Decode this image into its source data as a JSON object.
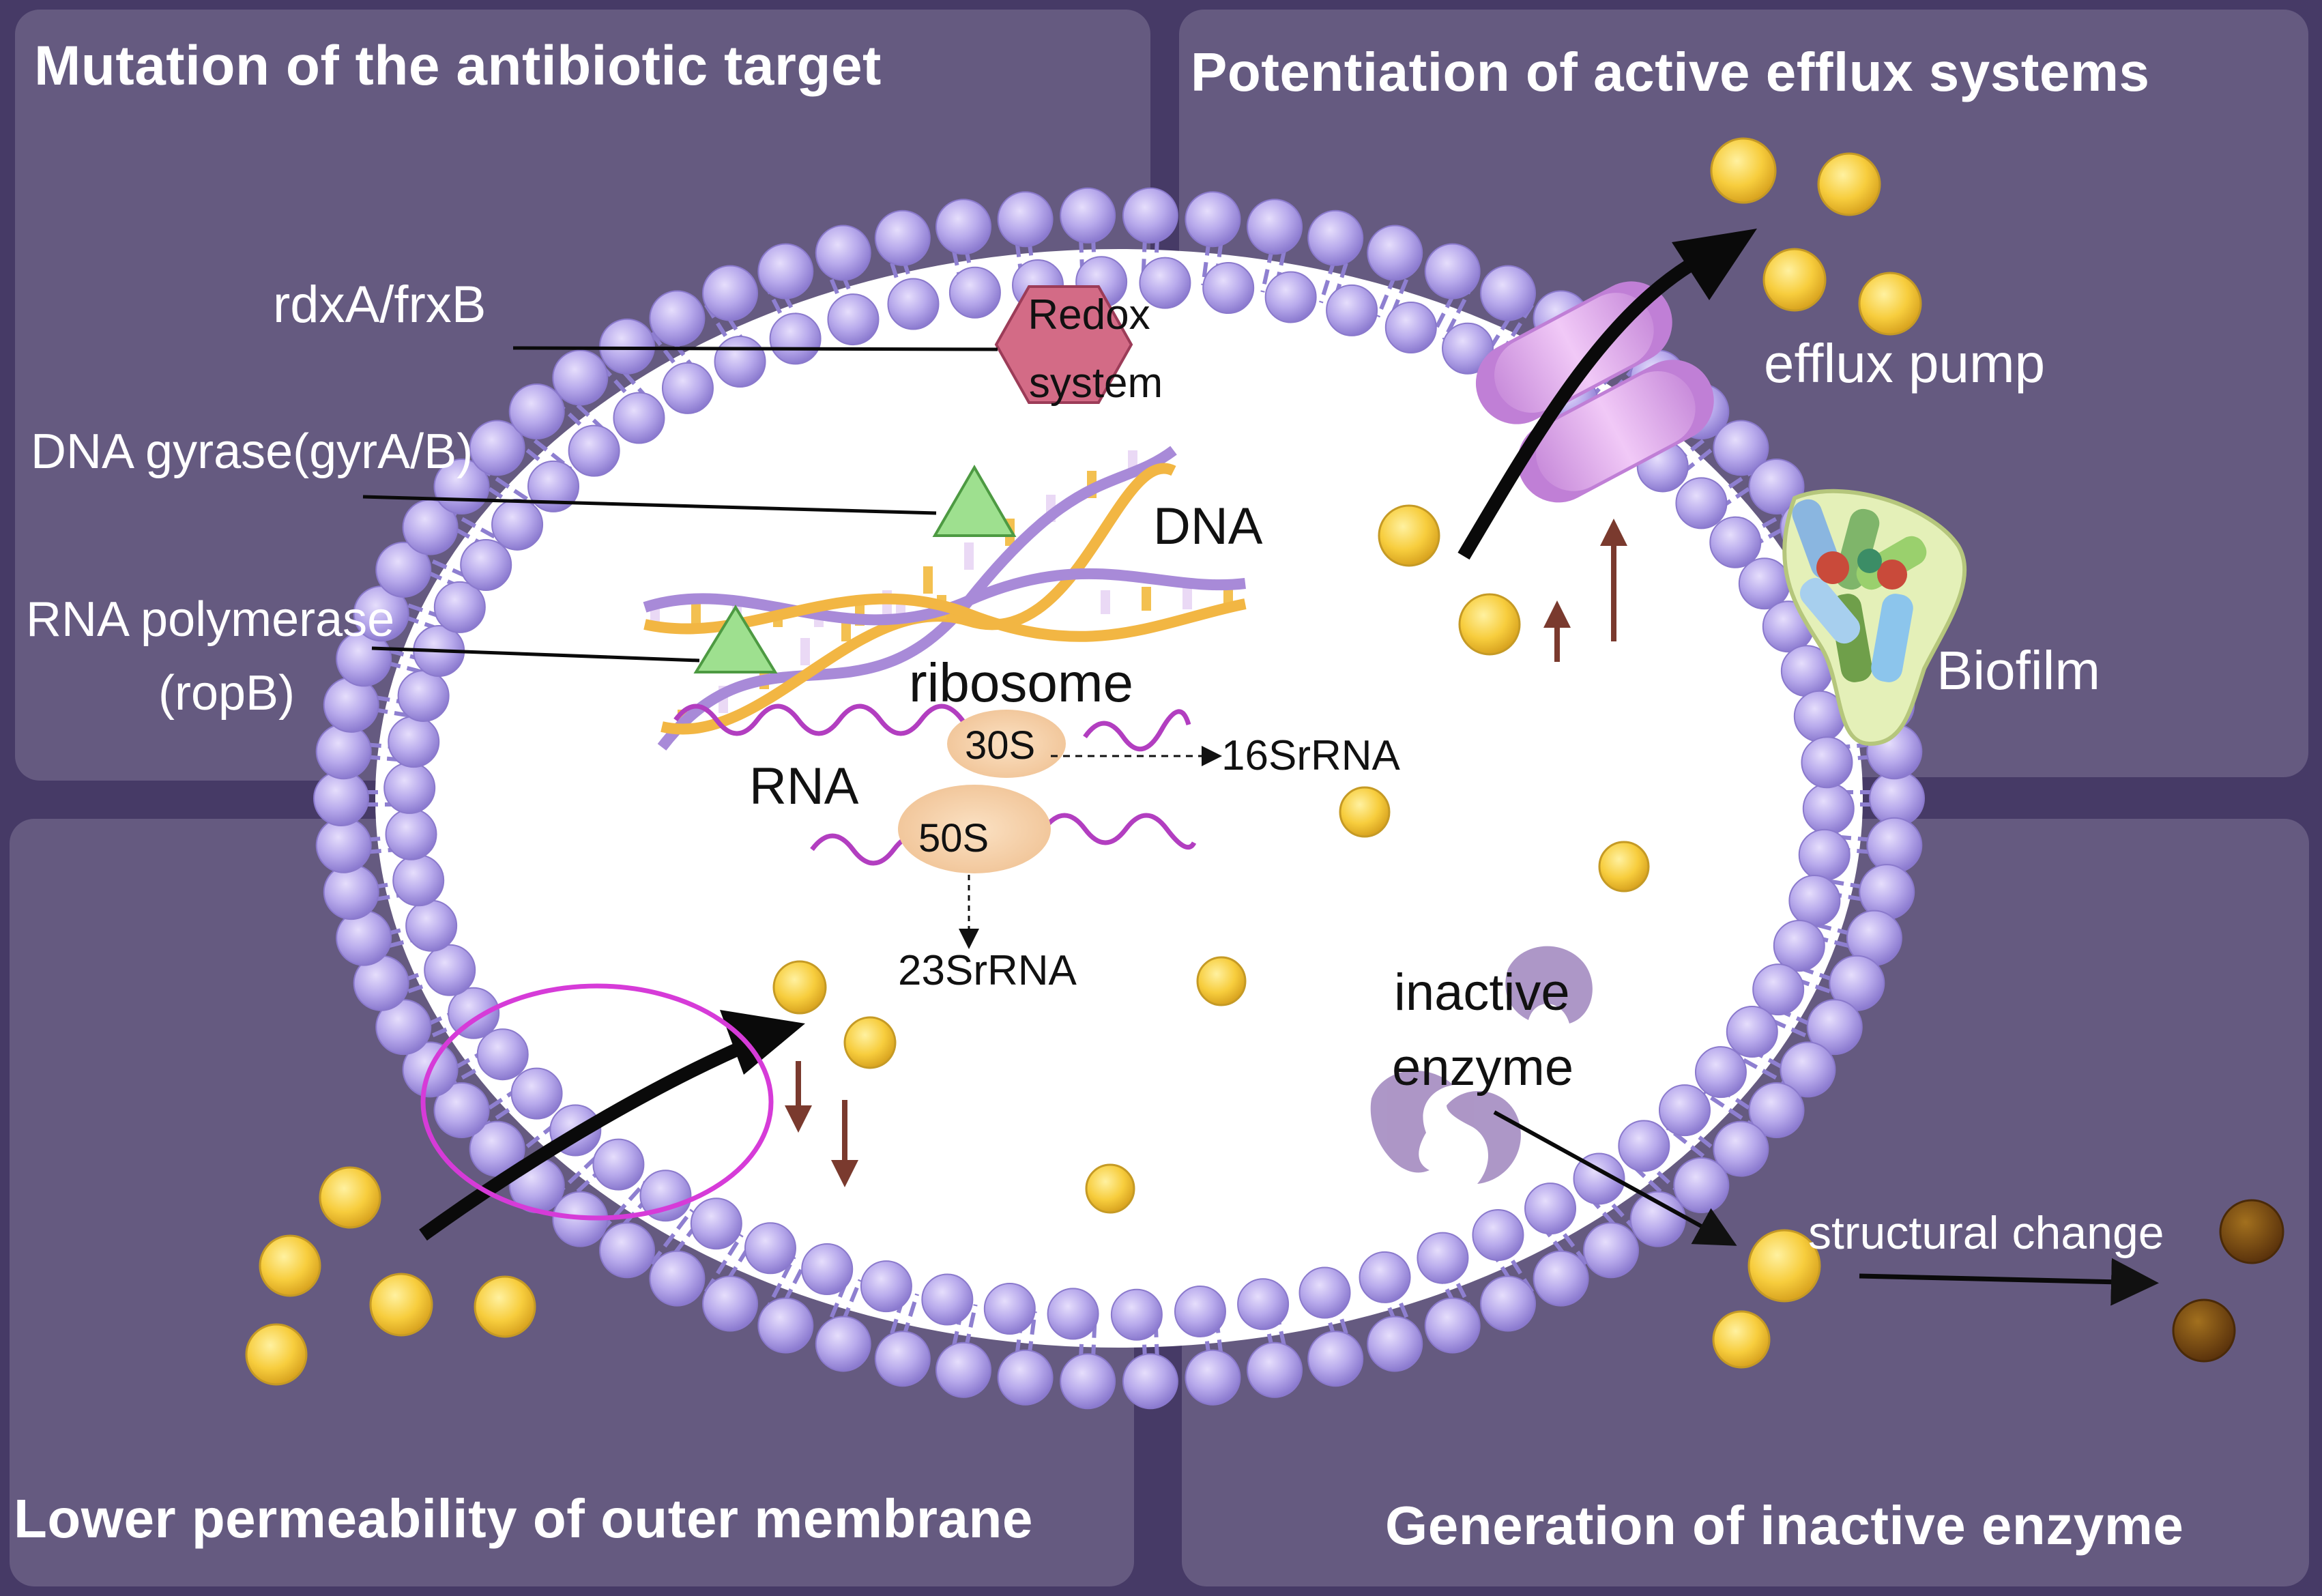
{
  "quadrants": {
    "top_left": "Mutation of the antibiotic target",
    "top_right": "Potentiation of active efflux systems",
    "bottom_left": "Lower permeability of outer membrane",
    "bottom_right": "Generation of inactive enzyme"
  },
  "labels": {
    "rdxa": "rdxA/frxB",
    "redox_line1": "Redox",
    "redox_line2": "system",
    "dna_gyrase": "DNA gyrase(gyrA/B)",
    "dna": "DNA",
    "rna_pol_line1": "RNA polymerase",
    "rna_pol_line2": "(ropB)",
    "ribosome": "ribosome",
    "rna": "RNA",
    "s30": "30S",
    "s50": "50S",
    "rrna16": "16SrRNA",
    "rrna23": "23SrRNA",
    "efflux_pump": "efflux pump",
    "biofilm": "Biofilm",
    "inactive_line1": "inactive",
    "inactive_line2": "enzyme",
    "structural_change": "structural change"
  },
  "colors": {
    "background": "#463a66",
    "panel": "#655a80",
    "lipid": "#b3a5e8",
    "antibiotic": "#f5cc3c",
    "pump": "#e5b0ef",
    "arrow_brown": "#7a3a2e",
    "inactivated_drug": "#6b3d10",
    "redox": "#d0607e",
    "triangle": "#9be08f"
  }
}
